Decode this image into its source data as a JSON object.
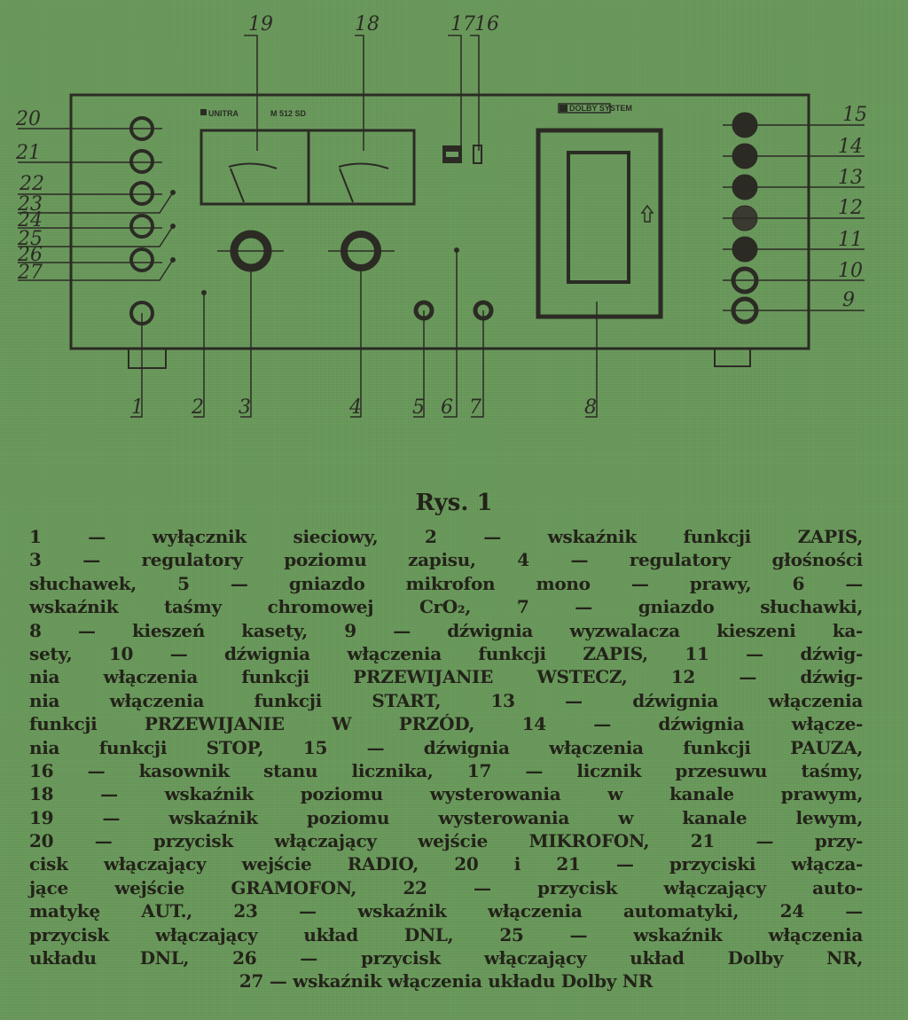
{
  "figure": {
    "brand": "UNITRA",
    "model": "M 512 SD",
    "dolby_badge": "DOLBY SYSTEM",
    "labels_top": [
      "19",
      "18",
      "17",
      "16"
    ],
    "labels_left": [
      "20",
      "21",
      "22",
      "23",
      "24",
      "25",
      "26",
      "27"
    ],
    "labels_right": [
      "15",
      "14",
      "13",
      "12",
      "11",
      "10",
      "9"
    ],
    "labels_bottom": [
      "1",
      "2",
      "3",
      "4",
      "5",
      "6",
      "7",
      "8"
    ]
  },
  "caption": {
    "title": "Rys. 1",
    "lines": [
      "1 — wyłącznik sieciowy, 2 — wskaźnik funkcji ZAPIS,",
      "3 — regulatory poziomu zapisu, 4 — regulatory głośności",
      "słuchawek, 5 — gniazdo mikrofon mono — prawy, 6 —",
      "wskaźnik taśmy chromowej CrO₂, 7 — gniazdo słuchawki,",
      "8 — kieszeń kasety, 9 — dźwignia wyzwalacza kieszeni ka-",
      "sety, 10 — dźwignia włączenia funkcji ZAPIS, 11 — dźwig-",
      "nia włączenia funkcji PRZEWIJANIE WSTECZ, 12 — dźwig-",
      "nia włączenia funkcji START, 13 — dźwignia włączenia",
      "funkcji PRZEWIJANIE W PRZÓD, 14 — dźwignia włącze-",
      "nia funkcji STOP, 15 — dźwignia włączenia funkcji PAUZA,",
      "16 — kasownik stanu licznika, 17 — licznik przesuwu taśmy,",
      "18 — wskaźnik poziomu wysterowania w kanale prawym,",
      "19 — wskaźnik poziomu wysterowania w kanale lewym,",
      "20 — przycisk włączający wejście MIKROFON, 21 — przy-",
      "cisk włączający wejście RADIO, 20 i 21 — przyciski włącza-",
      "jące wejście GRAMOFON, 22 — przycisk włączający auto-",
      "matykę AUT., 23 — wskaźnik włączenia automatyki, 24 —",
      "przycisk włączający układ DNL, 25 — wskaźnik włączenia",
      "układu DNL, 26 — przycisk włączający układ Dolby NR,",
      "27 — wskaźnik włączenia układu Dolby NR"
    ]
  }
}
